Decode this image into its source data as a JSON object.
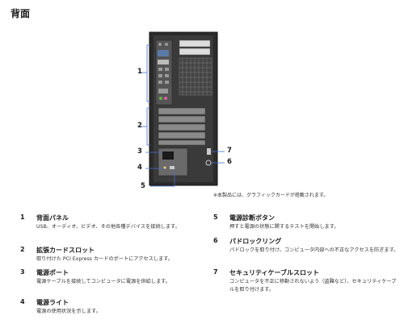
{
  "page": {
    "title": "背面"
  },
  "figure": {
    "callouts": [
      "1",
      "2",
      "3",
      "4",
      "5",
      "7",
      "6"
    ],
    "note": "※本製品には、グラフィックカードが搭載されます。"
  },
  "legend": [
    {
      "num": "1",
      "title": "背面パネル",
      "desc": "USB、オーディオ、ビデオ、その他各種デバイスを接続します。"
    },
    {
      "num": "2",
      "title": "拡張カードスロット",
      "desc": "取り付けた PCI Express カードのポートにアクセスします。"
    },
    {
      "num": "3",
      "title": "電源ポート",
      "desc": "電源ケーブルを接続してコンピュータに電源を供給します。"
    },
    {
      "num": "4",
      "title": "電源ライト",
      "desc": "電源の使用状況を示します。"
    },
    {
      "num": "5",
      "title": "電源診断ボタン",
      "desc": "押すと電源の状態に関するテストを開始します。"
    },
    {
      "num": "6",
      "title": "パドロックリング",
      "desc": "パドロックを取り付け、コンピュータ内部への不正なアクセスを防ぎます。"
    },
    {
      "num": "7",
      "title": "セキュリティケーブルスロット",
      "desc": "コンピュータを不正に移動されないよう（盗難など）、セキュリティケーブルを取り付けます。"
    }
  ]
}
